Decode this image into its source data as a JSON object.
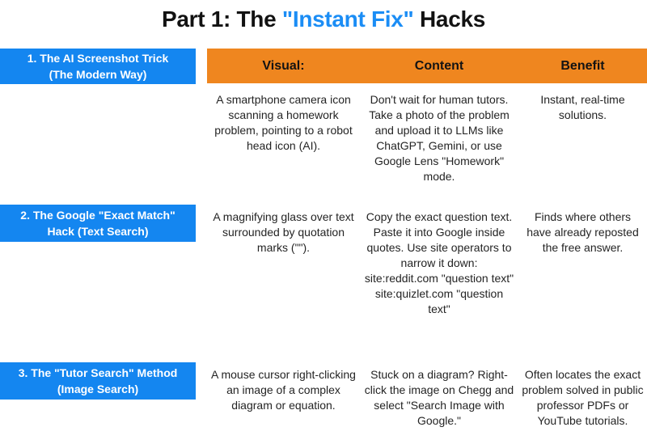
{
  "colors": {
    "blue": "#1486f0",
    "title_blue": "#1b8df5",
    "orange": "#ef861f",
    "text": "#242424",
    "label_text": "#ffffff"
  },
  "title": {
    "prefix": "Part 1: The ",
    "highlight": "\"Instant Fix\"",
    "suffix": " Hacks"
  },
  "table": {
    "columns": [
      "Visual:",
      "Content",
      "Benefit"
    ],
    "rows": [
      {
        "label_lines": [
          "1. The AI Screenshot Trick",
          "(The Modern Way)"
        ],
        "visual": "A smartphone camera icon scanning a homework problem, pointing to a robot head icon (AI).",
        "content": "Don't wait for human tutors. Take a photo of the problem and upload it to LLMs like ChatGPT, Gemini, or use Google Lens \"Homework\" mode.",
        "benefit": "Instant, real-time solutions."
      },
      {
        "label_lines": [
          "2. The Google \"Exact Match\"",
          "Hack (Text Search)"
        ],
        "visual": "A magnifying glass over text surrounded by quotation marks (\"\").",
        "content": "Copy the exact question text. Paste it into Google inside quotes. Use site operators to narrow it down:\nsite:reddit.com \"question text\"\nsite:quizlet.com \"question text\"",
        "benefit": "Finds where others have already reposted the free answer."
      },
      {
        "label_lines": [
          "3. The \"Tutor Search\" Method",
          "(Image Search)"
        ],
        "visual": "A mouse cursor right-clicking an image of a complex diagram or equation.",
        "content": "Stuck on a diagram? Right-click the image on Chegg and select \"Search Image with Google.\"",
        "benefit": "Often locates the exact problem solved in public professor PDFs or YouTube tutorials."
      }
    ]
  }
}
